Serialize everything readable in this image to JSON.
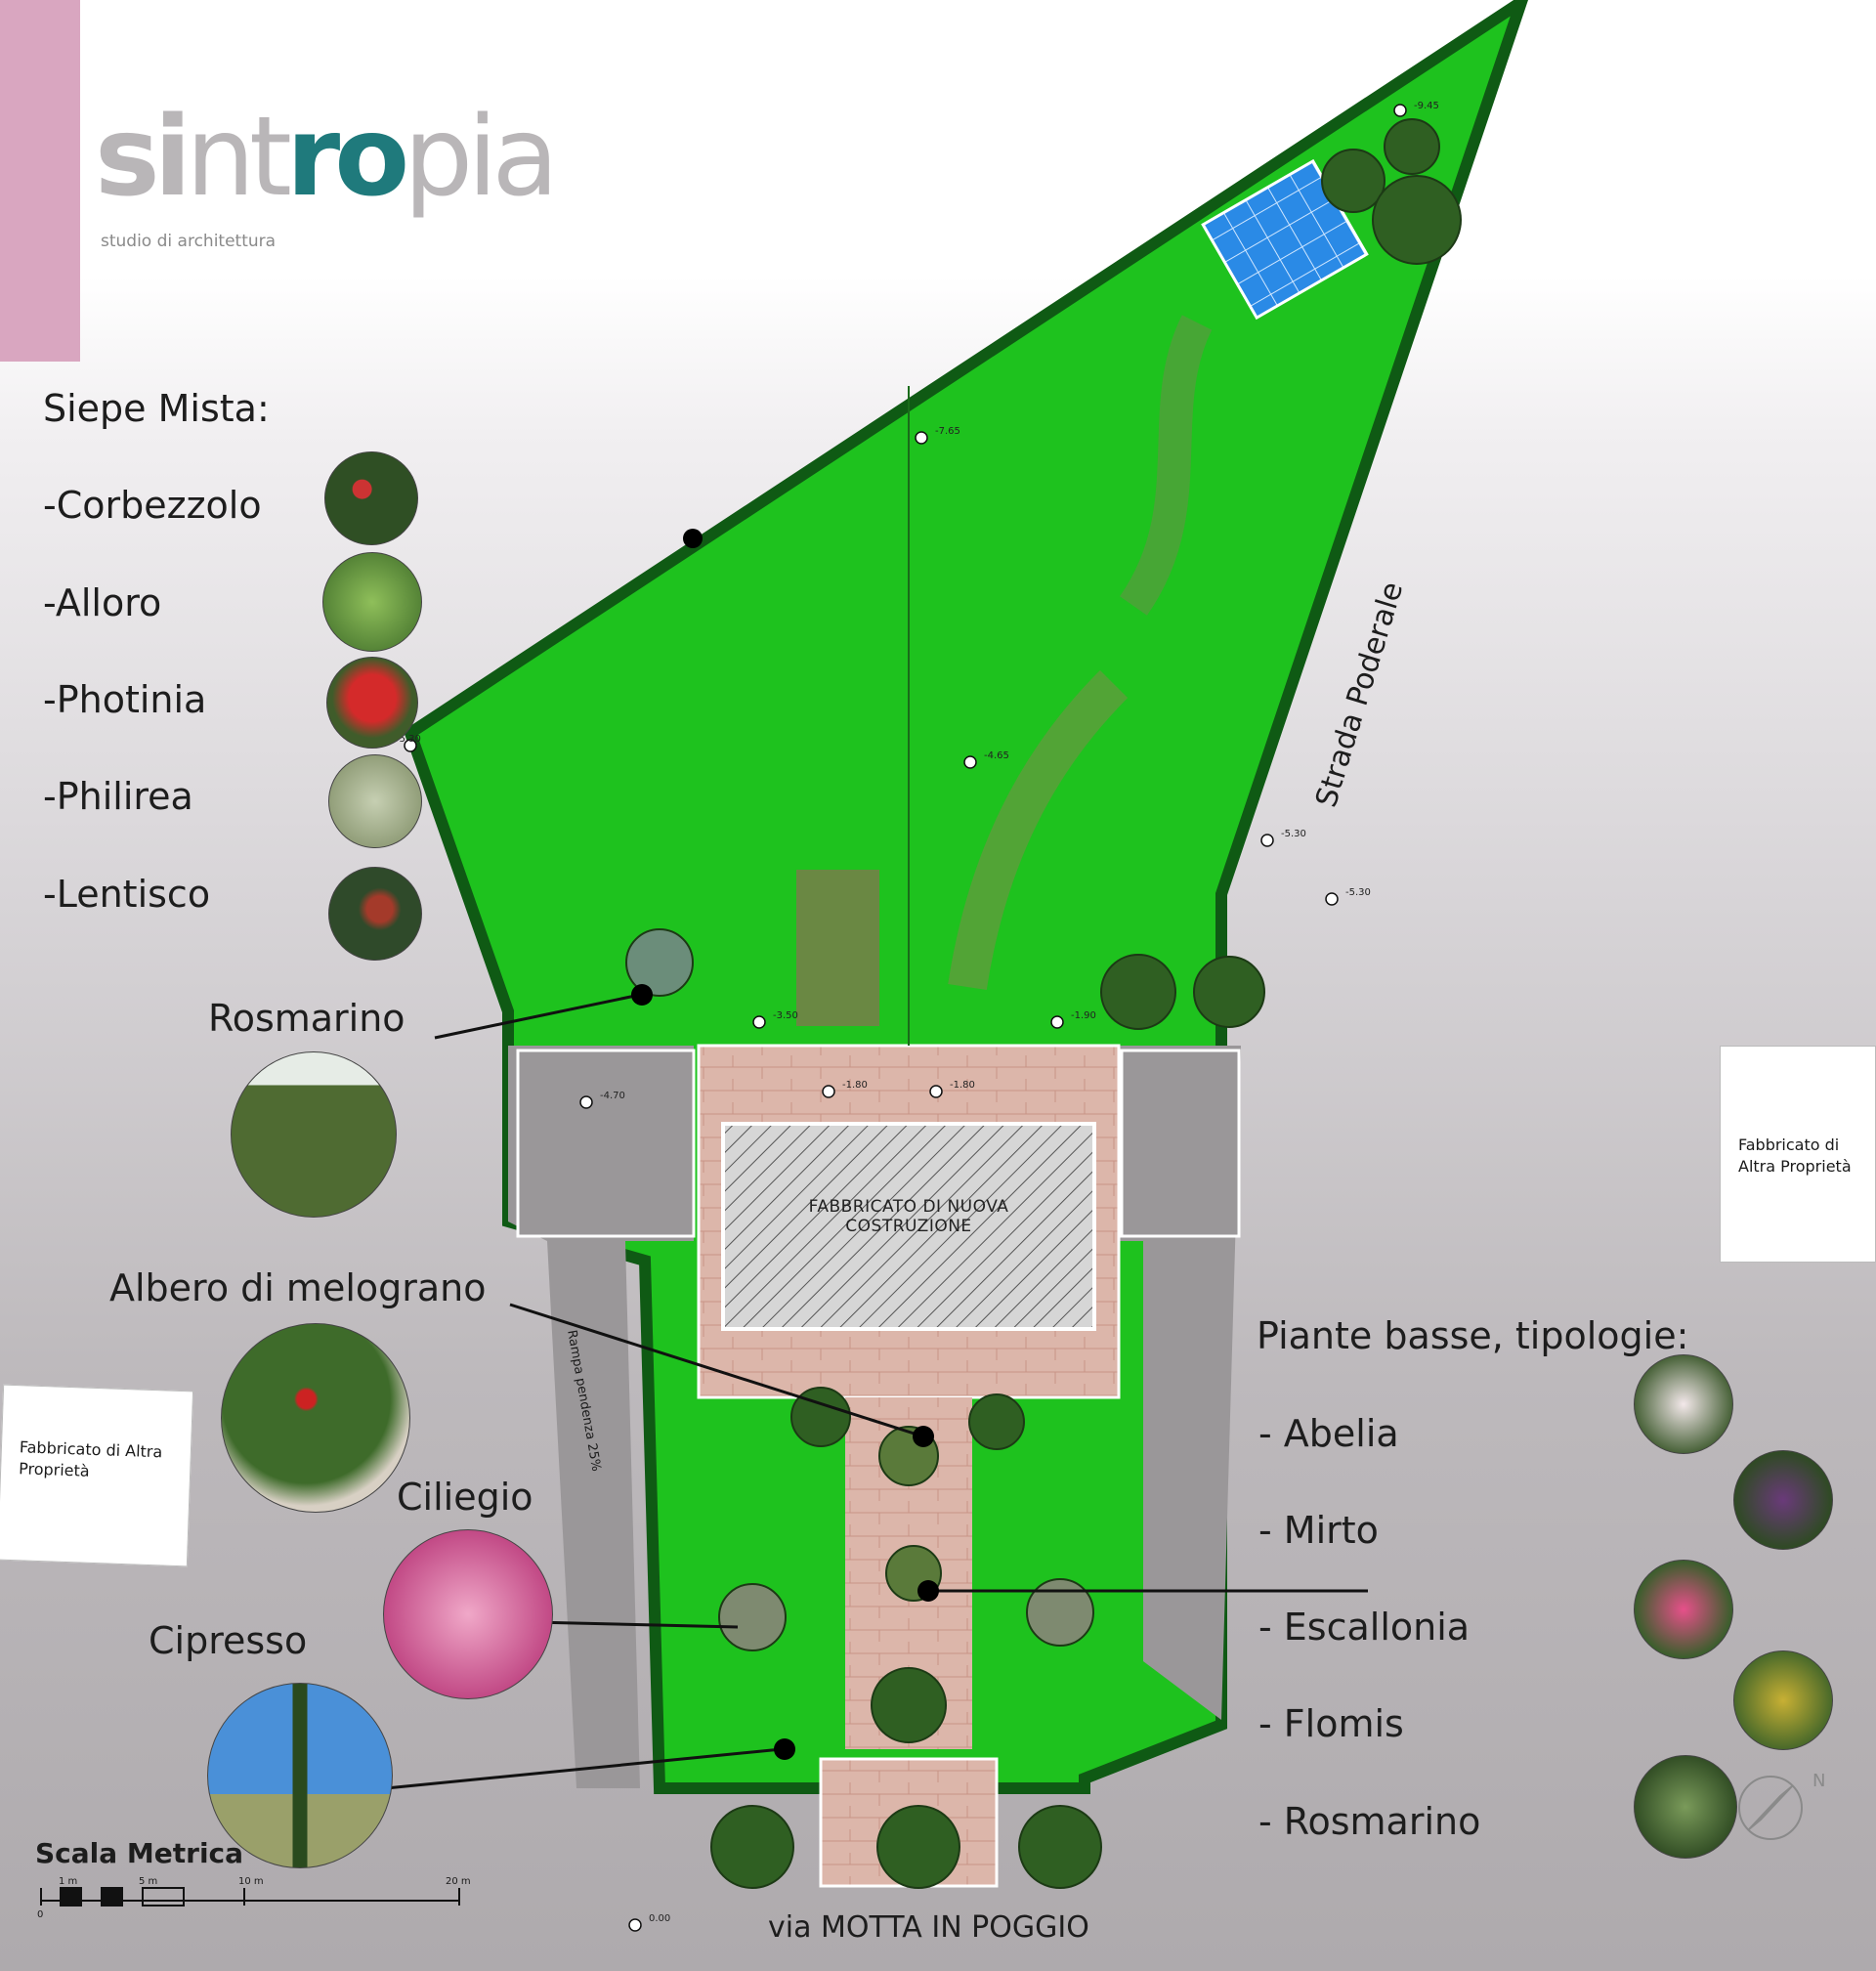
{
  "brand": {
    "logo_part1": "si",
    "logo_part2": "nt",
    "logo_part3": "ro",
    "logo_part4": "pia",
    "subtitle": "studio di architettura"
  },
  "siepe": {
    "title": "Siepe Mista:",
    "items": [
      "-Corbezzolo",
      "-Alloro",
      "-Photinia",
      "-Philirea",
      "-Lentisco"
    ]
  },
  "labels": {
    "rosmarino": "Rosmarino",
    "melograno": "Albero di melograno",
    "ciliegio": "Ciliegio",
    "cipresso": "Cipresso"
  },
  "piante_basse": {
    "title": "Piante basse, tipologie:",
    "items": [
      "- Abelia",
      "- Mirto",
      "- Escallonia",
      "- Flomis",
      "- Rosmarino"
    ]
  },
  "notes": {
    "left": "Fabbricato di Altra Proprietà",
    "right": "Fabbricato di Altra Proprietà"
  },
  "plan": {
    "building": "FABBRICATO DI NUOVA COSTRUZIONE",
    "ramp": "Rampa pendenza 25%",
    "road_side": "Strada Poderale",
    "street": "via MOTTA IN POGGIO",
    "elevations": [
      "-9.45",
      "-7.65",
      "-5.30",
      "-4.65",
      "-5.30",
      "-5.30",
      "-3.50",
      "-1.90",
      "-4.70",
      "-1.80",
      "-1.80",
      "0.00"
    ]
  },
  "scale": {
    "title": "Scala Metrica",
    "ticks": [
      "0",
      "1 m",
      "5 m",
      "10 m",
      "20 m"
    ]
  },
  "compass": {
    "north": "N"
  },
  "colors": {
    "lawn": "#1ec21e",
    "hedge": "#0f5a14",
    "paving": "#d9b3a8",
    "pool": "#2a8ae6",
    "logo_teal": "#1f7a7c",
    "pink_bar": "#d9a6c0"
  }
}
